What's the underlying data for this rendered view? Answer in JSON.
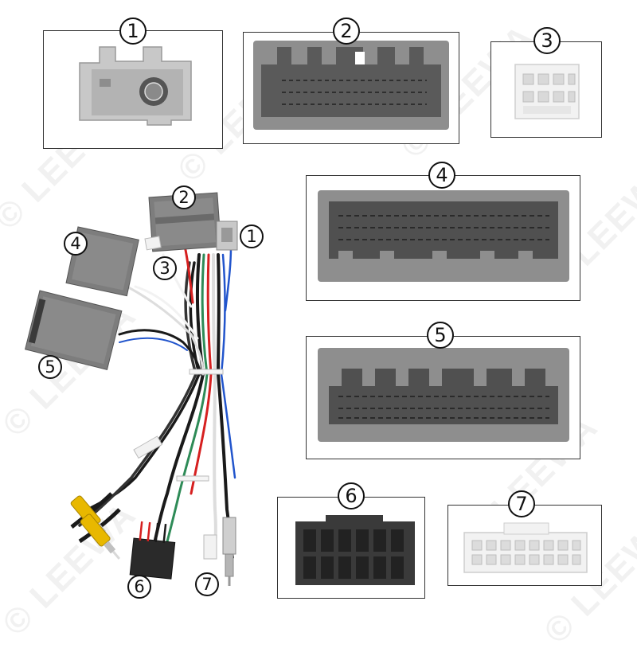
{
  "watermark": {
    "text": "LEEWA",
    "copyright_symbol": "©"
  },
  "connectors": [
    {
      "id": "c1",
      "label": "1",
      "color": "#bcbcbc"
    },
    {
      "id": "c2",
      "label": "2",
      "color": "#8a8a8a"
    },
    {
      "id": "c3",
      "label": "3",
      "color": "#f2f2f2"
    },
    {
      "id": "c4",
      "label": "4",
      "color": "#8a8a8a"
    },
    {
      "id": "c5",
      "label": "5",
      "color": "#8a8a8a"
    },
    {
      "id": "c6",
      "label": "6",
      "color": "#3a3a3a"
    },
    {
      "id": "c7",
      "label": "7",
      "color": "#f2f2f2"
    }
  ],
  "harness_labels": [
    "1",
    "2",
    "3",
    "4",
    "5",
    "6",
    "7"
  ],
  "accent_colors": {
    "rca_yellow": "#e8b800",
    "wire_red": "#d62020",
    "wire_green": "#2e8b57",
    "wire_blue": "#2255cc",
    "wire_black": "#1a1a1a"
  }
}
